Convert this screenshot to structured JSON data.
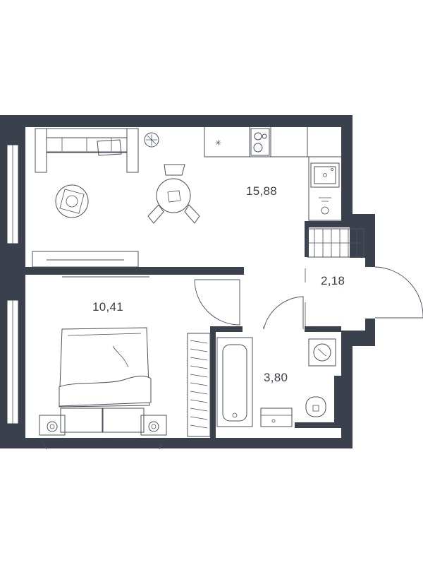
{
  "rooms": [
    {
      "id": "living-kitchen",
      "area": "15,88"
    },
    {
      "id": "bedroom",
      "area": "10,41"
    },
    {
      "id": "hallway",
      "area": "2,18"
    },
    {
      "id": "bathroom",
      "area": "3,80"
    }
  ],
  "colors": {
    "wall": "#3b404d",
    "line": "#4a4f5c",
    "background": "#ffffff"
  },
  "icons": [
    "sofa-icon",
    "bed-icon",
    "dining-table-icon",
    "stove-icon",
    "sink-icon",
    "bathtub-icon",
    "toilet-icon",
    "washing-machine-icon",
    "tv-unit-icon",
    "wardrobe-icon"
  ]
}
